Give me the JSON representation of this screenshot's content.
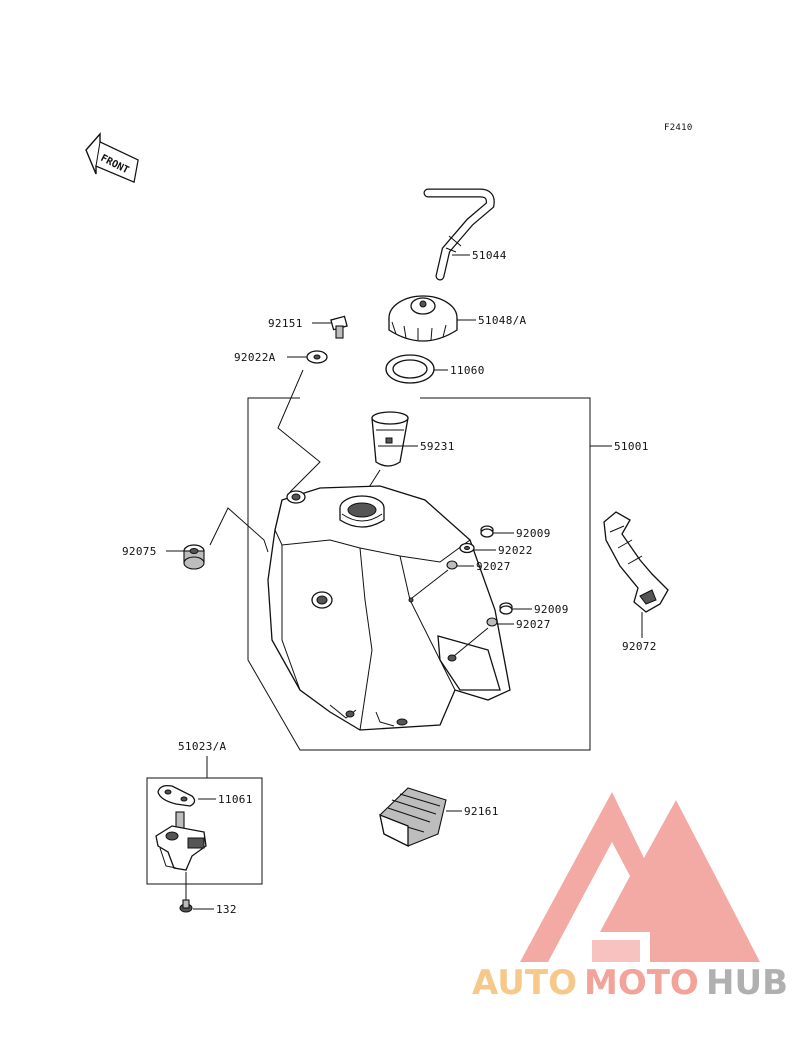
{
  "figure": {
    "code": "F2410",
    "front_label": "FRONT"
  },
  "parts": {
    "p51044": "51044",
    "p51048a": "51048/A",
    "p92151": "92151",
    "p92022a": "92022A",
    "p11060": "11060",
    "p59231": "59231",
    "p51001": "51001",
    "p92009a": "92009",
    "p92022": "92022",
    "p92027a": "92027",
    "p92009b": "92009",
    "p92027b": "92027",
    "p92075": "92075",
    "p92072": "92072",
    "p51023a": "51023/A",
    "p11061": "11061",
    "p92161": "92161",
    "p132": "132"
  },
  "watermark": {
    "word_a": "AUTO",
    "word_b": "MOTO",
    "word_c": "HUB",
    "color_a": "#f6c98a",
    "color_b": "#f2a39a",
    "color_c": "#b0b0b0",
    "logo_color": "#f19a94"
  }
}
